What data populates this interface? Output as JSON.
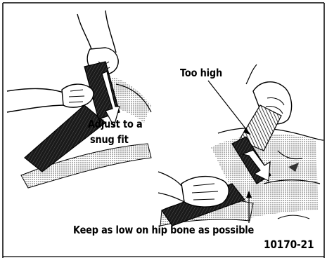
{
  "figure": {
    "label_adjust_line1": "Adjust to a",
    "label_adjust_line2": "snug fit",
    "label_too_high": "Too high",
    "label_keep_low": "Keep as low on hip bone as possible",
    "figure_code": "10170-21"
  },
  "colors": {
    "ink": "#000000",
    "paper": "#ffffff",
    "belt": "#222222",
    "shading": "#9a9a9a"
  }
}
